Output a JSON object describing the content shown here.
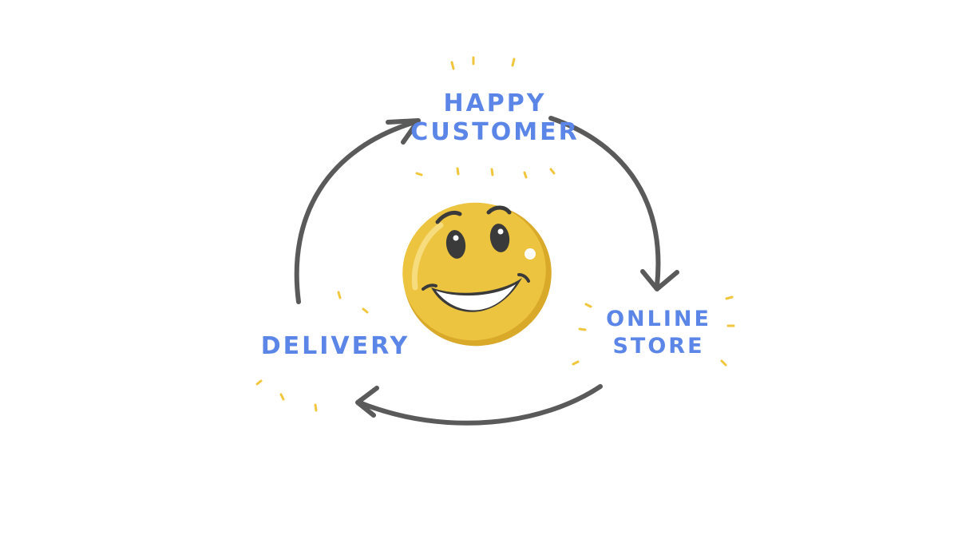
{
  "diagram": {
    "nodes": [
      {
        "id": "happy-customer",
        "lines": [
          "HAPPY",
          "CUSTOMER"
        ]
      },
      {
        "id": "online-store",
        "lines": [
          "ONLINE",
          "STORE"
        ]
      },
      {
        "id": "delivery",
        "lines": [
          "DELIVERY"
        ]
      }
    ],
    "edges": [
      {
        "from": "happy-customer",
        "to": "online-store"
      },
      {
        "from": "online-store",
        "to": "delivery"
      },
      {
        "from": "delivery",
        "to": "happy-customer"
      }
    ],
    "center_icon": "smiley-face-icon"
  },
  "colors": {
    "label_text": "#5b86e8",
    "arrow": "#5a5a5a",
    "face_fill": "#edc43f",
    "face_shadow": "#d9a92a",
    "sparkle": "#f0c63d",
    "feature": "#3a3a3a"
  }
}
